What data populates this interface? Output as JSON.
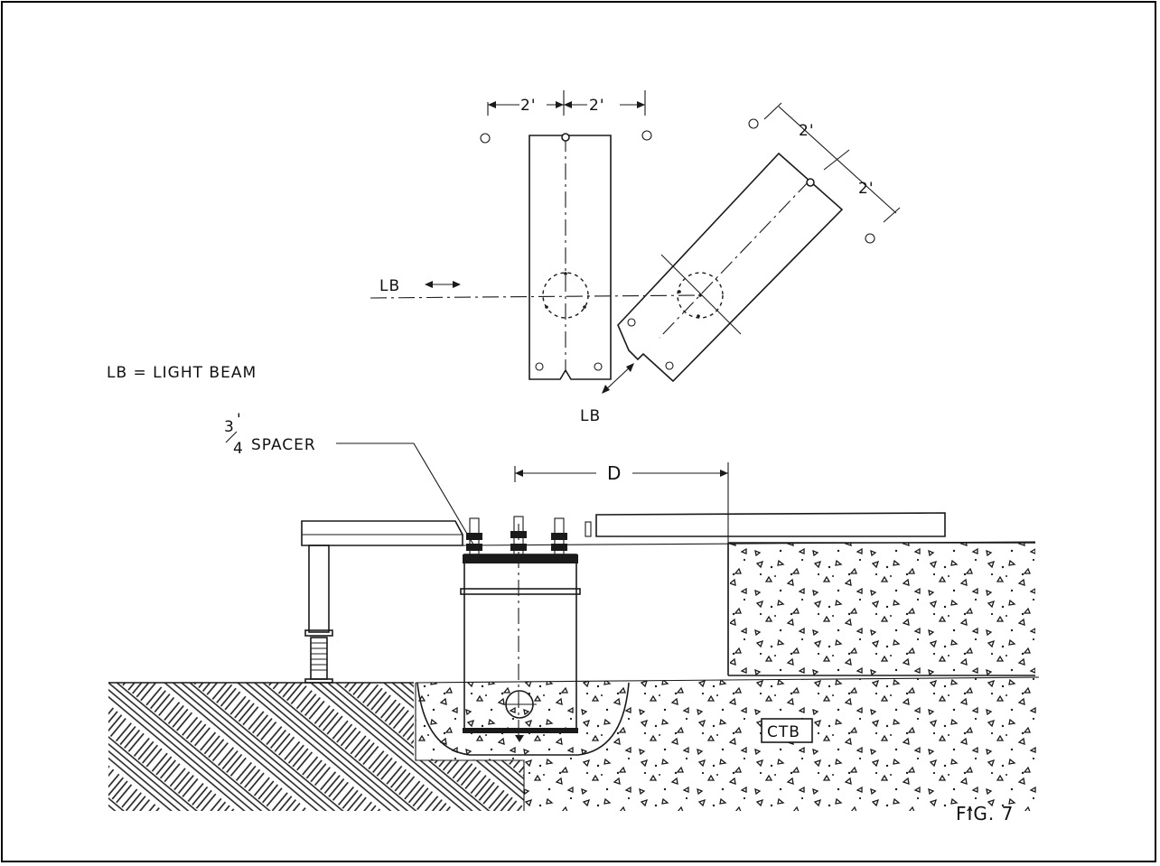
{
  "figure": {
    "fig_label": "FIG. 7",
    "legend": "LB = LIGHT BEAM",
    "plan_view": {
      "dim_left": "2'",
      "dim_right": "2'",
      "dim_diag_upper": "2'",
      "dim_diag_lower": "2'",
      "beam_label_horizontal": "LB",
      "beam_label_diagonal": "LB"
    },
    "section_view": {
      "spacer_fraction_num": "3",
      "spacer_fraction_den": "4",
      "spacer_mark": "'",
      "spacer_label": "SPACER",
      "dimension_label": "D",
      "material_label": "CTB"
    }
  },
  "colors": {
    "ink": "#1a1a1a",
    "paper": "#ffffff"
  }
}
